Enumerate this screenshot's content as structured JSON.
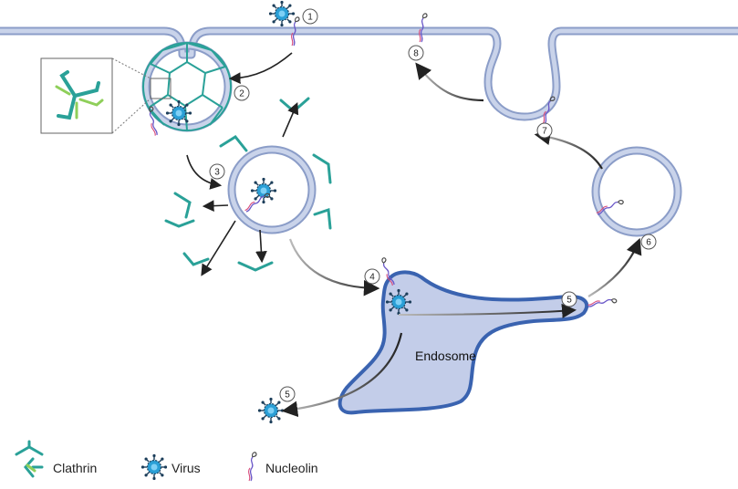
{
  "steps": {
    "s1": "1",
    "s2": "2",
    "s3": "3",
    "s4": "4",
    "s5a": "5",
    "s5b": "5",
    "s6": "6",
    "s7": "7",
    "s8": "8"
  },
  "endosome_label": "Endosome",
  "legend": {
    "clathrin": "Clathrin",
    "virus": "Virus",
    "nucleolin": "Nucleolin"
  },
  "colors": {
    "membrane_fill": "#c9d3ea",
    "membrane_stroke": "#8b9dc8",
    "clathrin": "#2aa198",
    "clathrin_light": "#8fcf5a",
    "virus": "#2a9fd6",
    "nucleolin_a": "#6a57c8",
    "nucleolin_b": "#d84a7a",
    "endosome_fill": "#c3cde9",
    "endosome_stroke": "#3a63b0"
  },
  "icons": {
    "virus": "virus-icon",
    "nucleolin": "nucleolin-icon",
    "clathrin": "clathrin-triskelion-icon"
  }
}
